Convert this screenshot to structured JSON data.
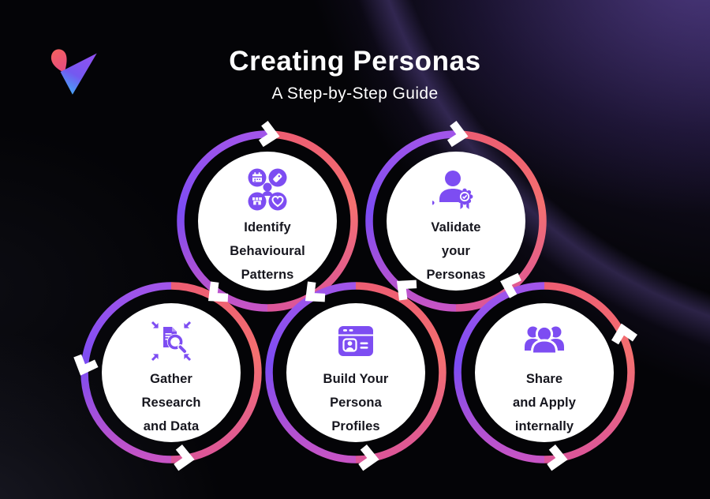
{
  "title": "Creating Personas",
  "subtitle": "A Step-by-Step Guide",
  "brand": {
    "logo": "v-checkmark-logo"
  },
  "colors": {
    "background": "#040407",
    "ring_purple": "#7B4CF3",
    "ring_red": "#F37070",
    "ring_pink": "#DB5599",
    "icon_purple": "#7D4DF2",
    "label_text": "#16161E",
    "circle_fill": "#FFFFFF",
    "corner_glow": "#6B4BB0",
    "title_text": "#FFFFFF"
  },
  "flow": {
    "arrow_shape": "white-chevron",
    "arrow_count": 11,
    "style": "interlocked gradient rings"
  },
  "steps": [
    {
      "icon": "behavioural-patterns-icon",
      "label_lines": [
        "Identify",
        "Behavioural",
        "Patterns"
      ]
    },
    {
      "icon": "validate-personas-icon",
      "label_lines": [
        "Validate",
        "your",
        "Personas"
      ]
    },
    {
      "icon": "gather-research-icon",
      "label_lines": [
        "Gather",
        "Research",
        "and Data"
      ]
    },
    {
      "icon": "build-profiles-icon",
      "label_lines": [
        "Build Your",
        "Persona",
        "Profiles"
      ]
    },
    {
      "icon": "share-internally-icon",
      "label_lines": [
        "Share",
        "and Apply",
        "internally"
      ]
    }
  ]
}
